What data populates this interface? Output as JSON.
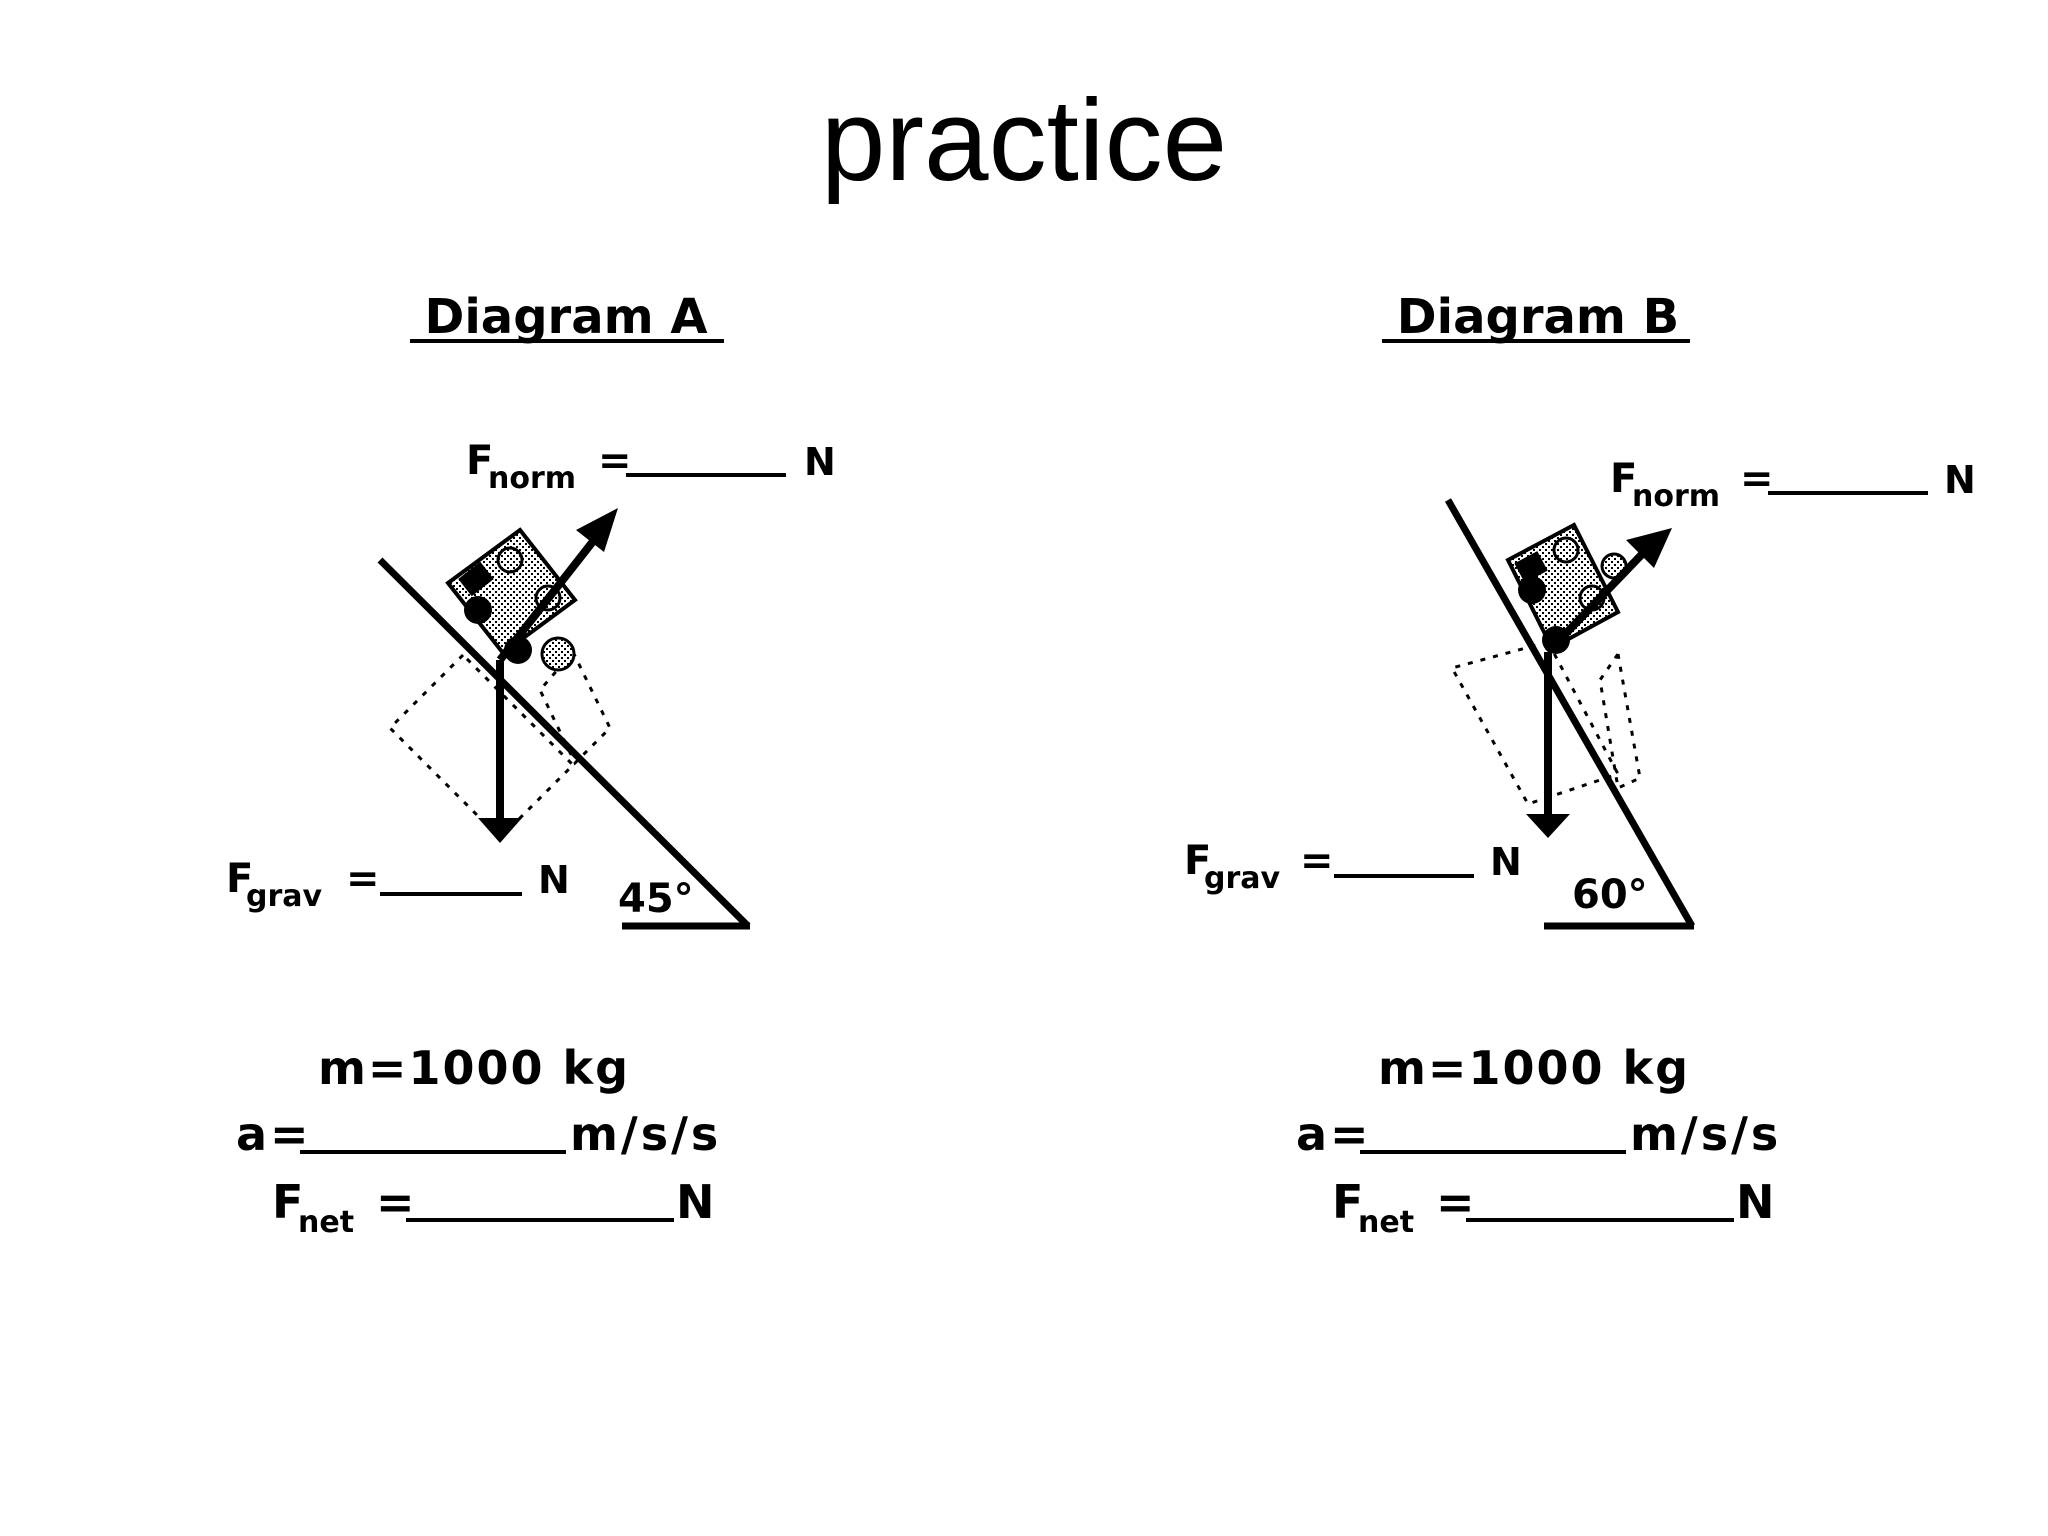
{
  "title": "practice",
  "diagram_a": {
    "heading": "Diagram A",
    "fnorm_f": "F",
    "fnorm_sub": "norm",
    "fnorm_eq": "=",
    "fnorm_unit": "N",
    "fgrav_f": "F",
    "fgrav_sub": "grav",
    "fgrav_eq": "=",
    "fgrav_unit": "N",
    "angle": "45°",
    "mass": "m=1000 kg",
    "accel_label": "a=",
    "accel_unit": "m/s/s",
    "fnet_f": "F",
    "fnet_sub": "net",
    "fnet_eq": "=",
    "fnet_unit": "N"
  },
  "diagram_b": {
    "heading": "Diagram B",
    "fnorm_f": "F",
    "fnorm_sub": "norm",
    "fnorm_eq": "=",
    "fnorm_unit": "N",
    "fgrav_f": "F",
    "fgrav_sub": "grav",
    "fgrav_eq": "=",
    "fgrav_unit": "N",
    "angle": "60°",
    "mass": "m=1000 kg",
    "accel_label": "a=",
    "accel_unit": "m/s/s",
    "fnet_f": "F",
    "fnet_sub": "net",
    "fnet_eq": "=",
    "fnet_unit": "N"
  }
}
